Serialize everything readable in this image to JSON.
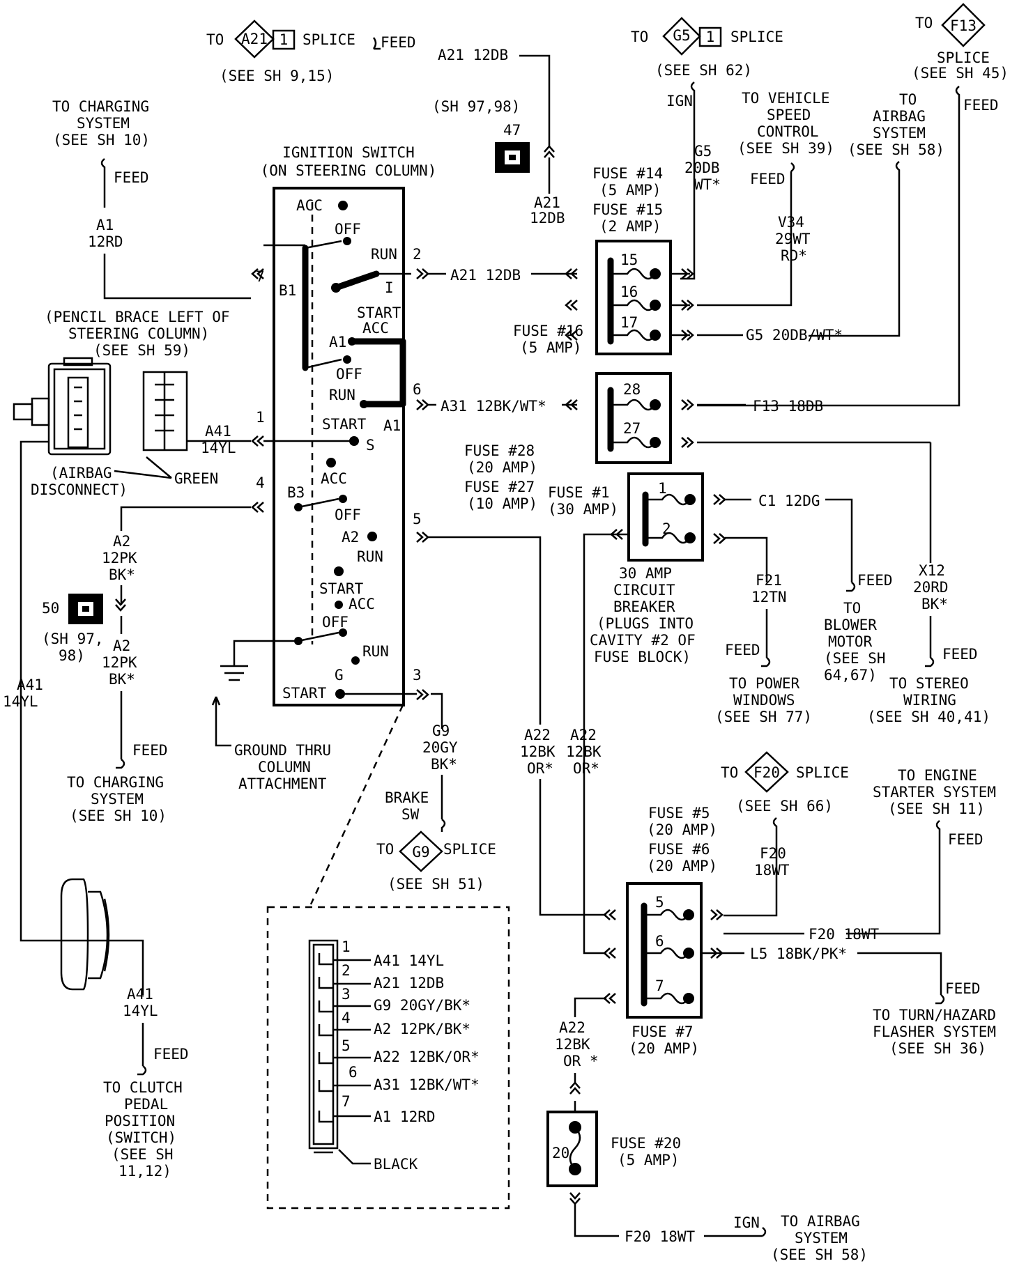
{
  "switch": {
    "title1": "IGNITION SWITCH",
    "title2": "(ON STEERING COLUMN)",
    "acc1": "ACC",
    "off1": "OFF",
    "run1": "RUN",
    "run1_i": "I",
    "b1": "B1",
    "start_acc_1": "START",
    "start_acc_2": "ACC",
    "a1": "A1",
    "off2": "OFF",
    "run2": "RUN",
    "start_a1_1": "START",
    "start_a1_2": "A1",
    "s": "S",
    "acc3": "ACC",
    "b3": "B3",
    "off3": "OFF",
    "a2": "A2",
    "run3": "RUN",
    "start3": "START",
    "acc4": "ACC",
    "off4": "OFF",
    "run4": "RUN",
    "g": "G",
    "start4": "START"
  },
  "pins": [
    "7",
    "2",
    "6",
    "1",
    "4",
    "5",
    "3"
  ],
  "top": {
    "to": "TO",
    "a21": "A21",
    "one": "1",
    "splice": "SPLICE",
    "see_9_15": "(SEE SH 9,15)",
    "feed": "FEED",
    "a21_12db": "A21 12DB",
    "g5": "G5",
    "see_62": "(SEE SH 62)",
    "ign": "IGN",
    "f13": "F13",
    "see_45": "(SEE SH 45)",
    "sh_97_98": "(SH 97,98)",
    "c47": "47",
    "w12db": "12DB"
  },
  "charging_top": {
    "l1": "TO CHARGING",
    "l2": "SYSTEM",
    "l3": "(SEE SH 10)",
    "feed": "FEED",
    "a1": "A1",
    "a1w": "12RD"
  },
  "pencil": {
    "l1": "(PENCIL BRACE LEFT OF",
    "l2": "STEERING COLUMN)",
    "l3": "(SEE SH 59)"
  },
  "airbag_disc": {
    "l1": "(AIRBAG",
    "l2": "DISCONNECT)",
    "green": "GREEN",
    "a41": "A41",
    "a41w": "14YL"
  },
  "fuse14_15": {
    "l1": "FUSE #14",
    "l2": "(5 AMP)",
    "l3": "FUSE #15",
    "l4": "(2 AMP)",
    "f15": "15",
    "f16": "16",
    "f17": "17"
  },
  "fuse16": {
    "l1": "FUSE #16",
    "l2": "(5 AMP)"
  },
  "g5wire": {
    "g5": "G5",
    "w": "20DB",
    "wt": "WT*",
    "run": "G5 20DB/WT*"
  },
  "vsc": {
    "l1": "TO VEHICLE",
    "l2": "SPEED",
    "l3": "CONTROL",
    "l4": "(SEE SH 39)",
    "feed": "FEED",
    "v34": "V34",
    "w": "29WT",
    "rd": "RD*"
  },
  "airbag_sys": {
    "to": "TO",
    "l1": "AIRBAG",
    "l2": "SYSTEM",
    "l3": "(SEE SH 58)",
    "feed": "FEED"
  },
  "mid": {
    "a21_wire": "A21 12DB",
    "a31_wire": "A31 12BK/WT*",
    "f13_wire": "F13 18DB",
    "f28": "28",
    "f27": "27"
  },
  "fuse28_27": {
    "l1": "FUSE #28",
    "l2": "(20 AMP)",
    "l3": "FUSE #27",
    "l4": "(10 AMP)"
  },
  "fuse1": {
    "l1": "FUSE #1",
    "l2": "(30 AMP)",
    "p1": "1",
    "p2": "2"
  },
  "cb": {
    "l1": "30 AMP",
    "l2": "CIRCUIT",
    "l3": "BREAKER",
    "l4": "(PLUGS INTO",
    "l5": "CAVITY #2 OF",
    "l6": "FUSE BLOCK)"
  },
  "c1": {
    "wire": "C1 12DG",
    "feed": "FEED",
    "l1": "TO",
    "l2": "BLOWER",
    "l3": "MOTOR",
    "l4": "(SEE SH",
    "l5": "64,67)"
  },
  "f21": {
    "f21": "F21",
    "w": "12TN",
    "feed": "FEED",
    "l1": "TO POWER",
    "l2": "WINDOWS",
    "l3": "(SEE SH 77)"
  },
  "x12": {
    "x12": "X12",
    "w": "20RD",
    "bk": "BK*",
    "feed": "FEED",
    "l1": "TO STEREO",
    "l2": "WIRING",
    "l3": "(SEE SH 40,41)"
  },
  "a2": {
    "a2": "A2",
    "w": "12PK",
    "bk": "BK*",
    "c50": "50",
    "sh1": "(SH 97,",
    "sh2": "98)",
    "feed": "FEED",
    "l1": "TO CHARGING",
    "l2": "SYSTEM",
    "l3": "(SEE SH 10)"
  },
  "a41left": {
    "a41": "A41",
    "w": "14YL"
  },
  "ground": {
    "l1": "GROUND THRU",
    "l2": "COLUMN",
    "l3": "ATTACHMENT"
  },
  "g9": {
    "g9": "G9",
    "w": "20GY",
    "bk": "BK*",
    "brake1": "BRAKE",
    "brake2": "SW",
    "to": "TO",
    "splice": "SPLICE",
    "see": "(SEE SH 51)"
  },
  "a22": {
    "a22": "A22",
    "w": "12BK",
    "or": "OR*"
  },
  "f20": {
    "to": "TO",
    "f20": "F20",
    "splice": "SPLICE",
    "see": "(SEE SH 66)",
    "w": "18WT",
    "wire": "F20 18WT"
  },
  "fuse5_6": {
    "l1": "FUSE #5",
    "l2": "(20 AMP)",
    "l3": "FUSE #6",
    "l4": "(20 AMP)",
    "p5": "5",
    "p6": "6",
    "p7": "7"
  },
  "fuse7": {
    "l1": "FUSE #7",
    "l2": "(20 AMP)"
  },
  "engine": {
    "l1": "TO ENGINE",
    "l2": "STARTER SYSTEM",
    "l3": "(SEE SH 11)",
    "feed": "FEED"
  },
  "l5": {
    "wire": "L5 18BK/PK*",
    "feed": "FEED",
    "l1": "TO TURN/HAZARD",
    "l2": "FLASHER SYSTEM",
    "l3": "(SEE SH 36)"
  },
  "fuse20": {
    "l1": "FUSE #20",
    "l2": "(5 AMP)",
    "p": "20",
    "a22": "A22",
    "w": "12BK",
    "or": "OR *"
  },
  "bottom": {
    "wire": "F20 18WT",
    "ign": "IGN",
    "l1": "TO AIRBAG",
    "l2": "SYSTEM",
    "l3": "(SEE SH 58)"
  },
  "clutch": {
    "a41": "A41",
    "w": "14YL",
    "feed": "FEED",
    "l1": "TO CLUTCH",
    "l2": "PEDAL",
    "l3": "POSITION",
    "l4": "(SWITCH)",
    "l5": "(SEE SH",
    "l6": "11,12)"
  },
  "inset": {
    "rows": [
      {
        "n": "1",
        "wire": "A41 14YL"
      },
      {
        "n": "2",
        "wire": "A21 12DB"
      },
      {
        "n": "3",
        "wire": "G9 20GY/BK*"
      },
      {
        "n": "4",
        "wire": "A2 12PK/BK*"
      },
      {
        "n": "5",
        "wire": "A22 12BK/OR*"
      },
      {
        "n": "6",
        "wire": "A31 12BK/WT*"
      },
      {
        "n": "7",
        "wire": "A1 12RD"
      }
    ],
    "black": "BLACK"
  }
}
